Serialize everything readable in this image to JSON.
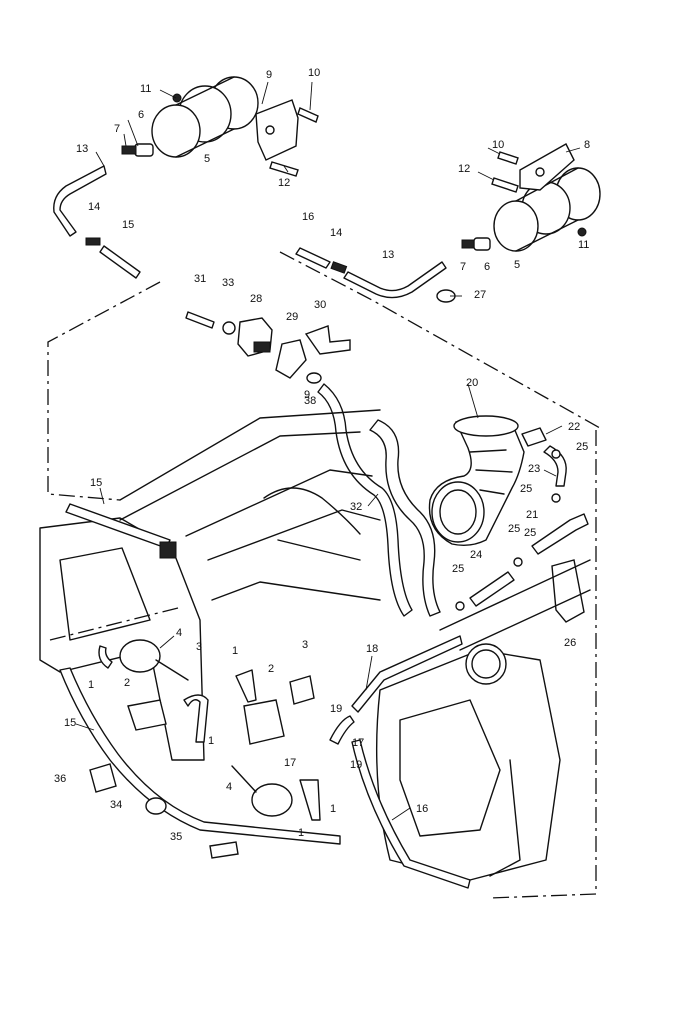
{
  "callouts": [
    {
      "id": "c11a",
      "text": "11"
    },
    {
      "id": "c9",
      "text": "9"
    },
    {
      "id": "c10a",
      "text": "10"
    },
    {
      "id": "c6a",
      "text": "6"
    },
    {
      "id": "c7a",
      "text": "7"
    },
    {
      "id": "c13a",
      "text": "13"
    },
    {
      "id": "c5a",
      "text": "5"
    },
    {
      "id": "c12a",
      "text": "12"
    },
    {
      "id": "c14a",
      "text": "14"
    },
    {
      "id": "c15a",
      "text": "15"
    },
    {
      "id": "c10b",
      "text": "10"
    },
    {
      "id": "c8",
      "text": "8"
    },
    {
      "id": "c12b",
      "text": "12"
    },
    {
      "id": "c16a",
      "text": "16"
    },
    {
      "id": "c14b",
      "text": "14"
    },
    {
      "id": "c13b",
      "text": "13"
    },
    {
      "id": "c7b",
      "text": "7"
    },
    {
      "id": "c6b",
      "text": "6"
    },
    {
      "id": "c5b",
      "text": "5"
    },
    {
      "id": "c11b",
      "text": "11"
    },
    {
      "id": "c27",
      "text": "27"
    },
    {
      "id": "c31",
      "text": "31"
    },
    {
      "id": "c33",
      "text": "33"
    },
    {
      "id": "c28",
      "text": "28"
    },
    {
      "id": "c30",
      "text": "30"
    },
    {
      "id": "c29",
      "text": "29"
    },
    {
      "id": "c9b",
      "text": "9"
    },
    {
      "id": "c38",
      "text": "38"
    },
    {
      "id": "c20",
      "text": "20"
    },
    {
      "id": "c22",
      "text": "22"
    },
    {
      "id": "c25a",
      "text": "25"
    },
    {
      "id": "c23",
      "text": "23"
    },
    {
      "id": "c25b",
      "text": "25"
    },
    {
      "id": "c25c",
      "text": "25"
    },
    {
      "id": "c21",
      "text": "21"
    },
    {
      "id": "c25d",
      "text": "25"
    },
    {
      "id": "c24",
      "text": "24"
    },
    {
      "id": "c25e",
      "text": "25"
    },
    {
      "id": "c26",
      "text": "26"
    },
    {
      "id": "c32",
      "text": "32"
    },
    {
      "id": "c15b",
      "text": "15"
    },
    {
      "id": "c4a",
      "text": "4"
    },
    {
      "id": "c3a",
      "text": "3"
    },
    {
      "id": "c1a",
      "text": "1"
    },
    {
      "id": "c2a",
      "text": "2"
    },
    {
      "id": "c3b",
      "text": "3"
    },
    {
      "id": "c18",
      "text": "18"
    },
    {
      "id": "c1b",
      "text": "1"
    },
    {
      "id": "c2b",
      "text": "2"
    },
    {
      "id": "c15c",
      "text": "15"
    },
    {
      "id": "c1c",
      "text": "1"
    },
    {
      "id": "c19a",
      "text": "19"
    },
    {
      "id": "c17a",
      "text": "17"
    },
    {
      "id": "c17b",
      "text": "17"
    },
    {
      "id": "c19b",
      "text": "19"
    },
    {
      "id": "c36",
      "text": "36"
    },
    {
      "id": "c4b",
      "text": "4"
    },
    {
      "id": "c1d",
      "text": "1"
    },
    {
      "id": "c1e",
      "text": "1"
    },
    {
      "id": "c34",
      "text": "34"
    },
    {
      "id": "c16b",
      "text": "16"
    },
    {
      "id": "c35",
      "text": "35"
    }
  ]
}
